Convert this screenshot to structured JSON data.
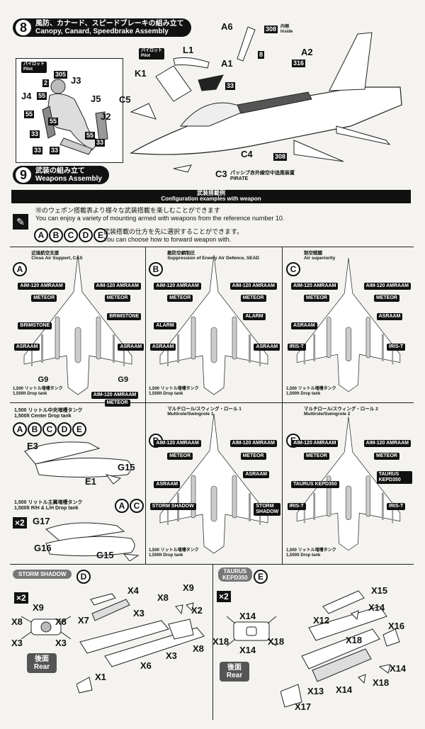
{
  "step8": {
    "number": "8",
    "title_jp": "風防、カナード、スピードブレーキの組み立て",
    "title_en": "Canopy, Canard, Speedbrake Assembly",
    "pilot_tag_jp": "パイロット",
    "pilot_tag_en": "Pilot",
    "pilot_tag2_jp": "パイロット",
    "pilot_tag2_en": "Pilot",
    "parts": {
      "A6": "A6",
      "A2": "A2",
      "A1": "A1",
      "L1": "L1",
      "K1": "K1",
      "C5": "C5",
      "C4": "C4",
      "C3": "C3",
      "J2": "J2",
      "J3": "J3",
      "J4": "J4",
      "J5": "J5"
    },
    "paint_codes": [
      "308",
      "316",
      "8",
      "33",
      "305",
      "2",
      "55",
      "33",
      "308"
    ],
    "inside_jp": "内側",
    "inside_en": "Inside",
    "pirate_jp": "パッシブ赤外線空中追尾装置",
    "pirate_en": "PIRATE"
  },
  "step9": {
    "number": "9",
    "title_jp": "武装の組み立て",
    "title_en": "Weapons Assembly",
    "config_bar_jp": "武装搭載例",
    "config_bar_en": "Configuration examples with weapon",
    "note1_jp": "⑩のウェポン搭載表より様々な武装搭載を楽しむことができます",
    "note1_en": "You can enjoy a variety of mounting armed with weapons from the reference number 10.",
    "note2_jp": "武装搭載の仕方を先に選択することができます。",
    "note2_en": "You can choose how to forward weapon with.",
    "letters": [
      "A",
      "B",
      "C",
      "D",
      "E"
    ]
  },
  "configs": [
    {
      "letter": "A",
      "title_jp": "近接航空支援",
      "title_en": "Close Air Support, CAS",
      "labels": [
        "AIM-120 AMRAAM",
        "AIM-120 AMRAAM",
        "METEOR",
        "METEOR",
        "BRIMSTONE",
        "BRIMSTONE",
        "ASRAAM",
        "ASRAAM",
        "G9",
        "G9",
        "AIM-120 AMRAAM",
        "METEOR"
      ],
      "tank_jp": "1,500 リットル増槽タンク",
      "tank_en": "1,500lt Drop tank"
    },
    {
      "letter": "B",
      "title_jp": "敵防空網制圧",
      "title_en": "Suppression of Enemy Air Defence, SEAD",
      "labels": [
        "AIM-120 AMRAAM",
        "AIM-120 AMRAAM",
        "METEOR",
        "METEOR",
        "ALARM",
        "ALARM",
        "ASRAAM",
        "ASRAAM"
      ],
      "tank_jp": "1,500 リットル増槽タンク",
      "tank_en": "1,500lt Drop tank"
    },
    {
      "letter": "C",
      "title_jp": "制空戦闘",
      "title_en": "Air superiority",
      "labels": [
        "AIM-120 AMRAAM",
        "AIM-120 AMRAAM",
        "METEOR",
        "METEOR",
        "ASRAAM",
        "ASRAAM",
        "IRIS-T",
        "IRIS-T"
      ],
      "tank_jp": "1,500 リットル増槽タンク",
      "tank_en": "1,500lt Drop tank"
    },
    {
      "letter": "D",
      "title_jp": "マルチロール/スウィング・ロール 1",
      "title_en": "Multirole/Swingrole 1",
      "labels": [
        "AIM-120 AMRAAM",
        "AIM-120 AMRAAM",
        "METEOR",
        "METEOR",
        "ASRAAM",
        "ASRAAM",
        "STORM SHADOW",
        "STORM SHADOW"
      ],
      "tank_jp": "1,500 リットル増槽タンク",
      "tank_en": "1,500lt Drop tank"
    },
    {
      "letter": "E",
      "title_jp": "マルチロール/スウィング・ロール 2",
      "title_en": "Multirole/Swingrole 2",
      "labels": [
        "AIM-120 AMRAAM",
        "AIM-120 AMRAAM",
        "METEOR",
        "METEOR",
        "TAURUS KEPD350",
        "TAURUS KEPD350",
        "IRIS-T",
        "IRIS-T"
      ],
      "tank_jp": "1,500 リットル増槽タンク",
      "tank_en": "1,500lt Drop tank"
    }
  ],
  "center_tank": {
    "title_jp": "1,500 リットル中央増槽タンク",
    "title_en": "1,500lt Center Drop tank",
    "letters": [
      "A",
      "B",
      "C",
      "D",
      "E"
    ],
    "parts": [
      "E3",
      "G15",
      "E1"
    ]
  },
  "rl_tank": {
    "title_jp": "1,500 リットル主翼増槽タンク",
    "title_en": "1,500lt R/H & L/H Drop tank",
    "letters": [
      "A",
      "C"
    ],
    "qty": "×2",
    "parts": [
      "G17",
      "G16",
      "G15"
    ]
  },
  "storm_shadow": {
    "tag": "STORM SHADOW",
    "letter": "D",
    "qty": "×2",
    "parts": [
      "X4",
      "X9",
      "X8",
      "X2",
      "X3",
      "X7",
      "X3",
      "X8",
      "X6",
      "X1"
    ],
    "rear_parts": [
      "X9",
      "X8",
      "X8",
      "X3",
      "X3"
    ],
    "rear_jp": "後面",
    "rear_en": "Rear"
  },
  "taurus": {
    "tag1": "TAURUS",
    "tag2": "KEPD350",
    "letter": "E",
    "qty": "×2",
    "rear_parts": [
      "X14",
      "X18",
      "X18",
      "X14"
    ],
    "rear_jp": "後面",
    "rear_en": "Rear",
    "parts": [
      "X15",
      "X14",
      "X12",
      "X16",
      "X18",
      "X14",
      "X18",
      "X14",
      "X13",
      "X17"
    ]
  }
}
